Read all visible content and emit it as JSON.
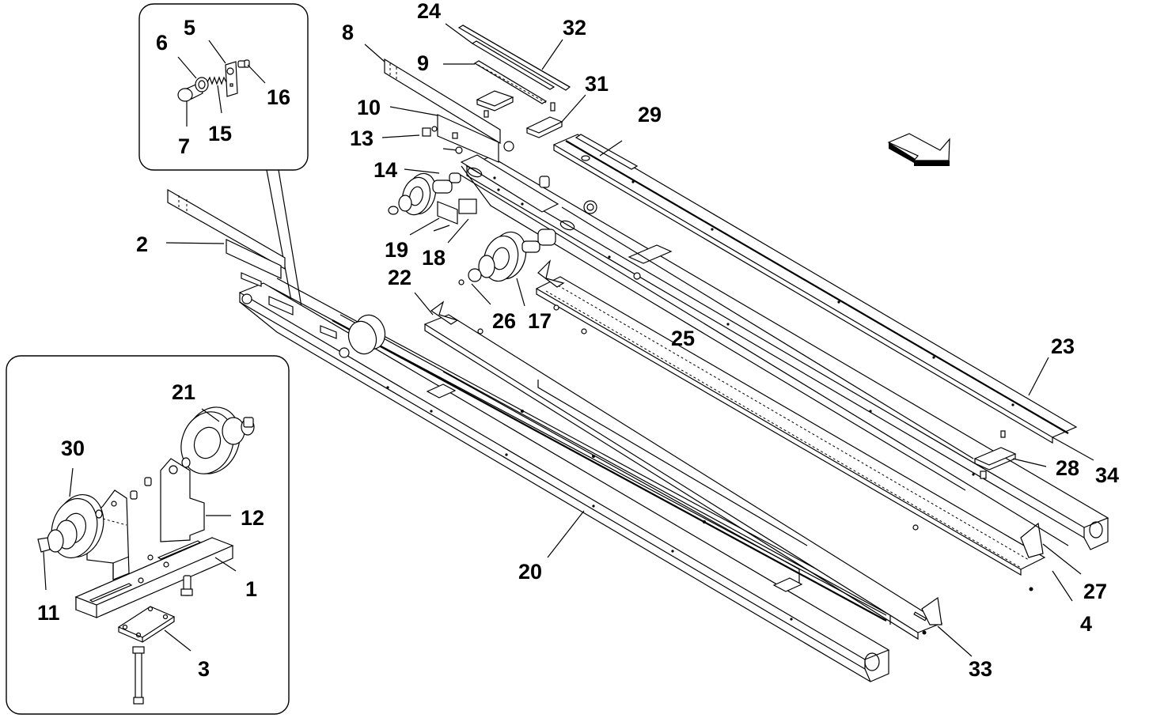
{
  "diagram": {
    "type": "exploded-parts-view",
    "subject": "conveyor frame assembly",
    "callouts": [
      {
        "id": "1",
        "label": "1"
      },
      {
        "id": "2",
        "label": "2"
      },
      {
        "id": "3",
        "label": "3"
      },
      {
        "id": "4",
        "label": "4"
      },
      {
        "id": "5",
        "label": "5"
      },
      {
        "id": "6",
        "label": "6"
      },
      {
        "id": "7",
        "label": "7"
      },
      {
        "id": "8",
        "label": "8"
      },
      {
        "id": "9",
        "label": "9"
      },
      {
        "id": "10",
        "label": "10"
      },
      {
        "id": "11",
        "label": "11"
      },
      {
        "id": "12",
        "label": "12"
      },
      {
        "id": "13",
        "label": "13"
      },
      {
        "id": "14",
        "label": "14"
      },
      {
        "id": "15",
        "label": "15"
      },
      {
        "id": "16",
        "label": "16"
      },
      {
        "id": "17",
        "label": "17"
      },
      {
        "id": "18",
        "label": "18"
      },
      {
        "id": "19",
        "label": "19"
      },
      {
        "id": "20",
        "label": "20"
      },
      {
        "id": "21",
        "label": "21"
      },
      {
        "id": "22",
        "label": "22"
      },
      {
        "id": "23",
        "label": "23"
      },
      {
        "id": "24",
        "label": "24"
      },
      {
        "id": "25",
        "label": "25"
      },
      {
        "id": "26",
        "label": "26"
      },
      {
        "id": "27",
        "label": "27"
      },
      {
        "id": "28",
        "label": "28"
      },
      {
        "id": "29",
        "label": "29"
      },
      {
        "id": "30",
        "label": "30"
      },
      {
        "id": "31",
        "label": "31"
      },
      {
        "id": "32",
        "label": "32"
      },
      {
        "id": "33",
        "label": "33"
      },
      {
        "id": "34",
        "label": "34"
      }
    ],
    "insets": [
      {
        "id": "detail-top",
        "contains": [
          "5",
          "6",
          "7",
          "15",
          "16"
        ]
      },
      {
        "id": "detail-bottom",
        "contains": [
          "1",
          "3",
          "11",
          "12",
          "21",
          "30"
        ]
      }
    ],
    "direction_arrow": {
      "icon": "flow-direction-arrow",
      "meaning": "conveyor flow direction"
    }
  }
}
